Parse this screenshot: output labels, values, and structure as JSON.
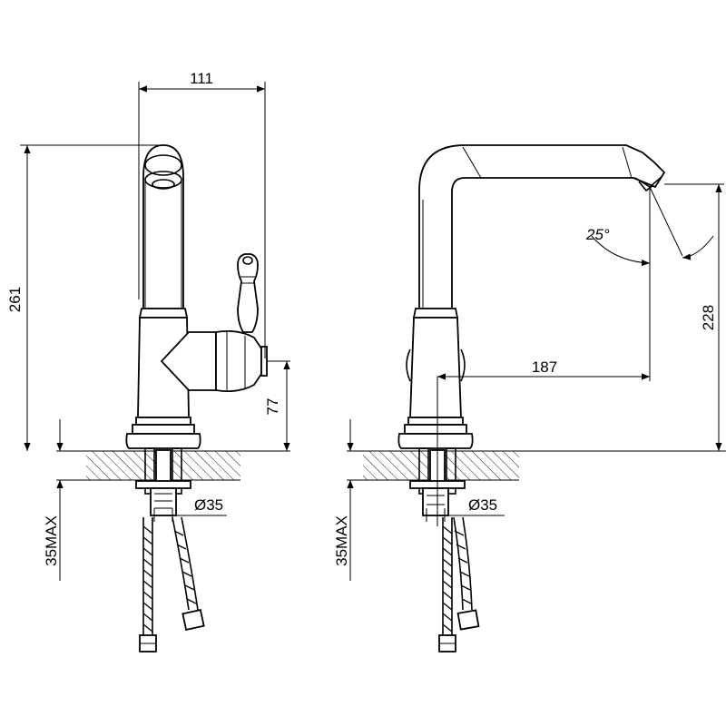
{
  "dimensions": {
    "width_top": "111",
    "height_total": "261",
    "height_handle": "77",
    "deck_max_left": "35MAX",
    "deck_max_right": "35MAX",
    "hole_left": "Ø35",
    "hole_right": "Ø35",
    "reach": "187",
    "height_spout": "228",
    "angle": "25°"
  }
}
